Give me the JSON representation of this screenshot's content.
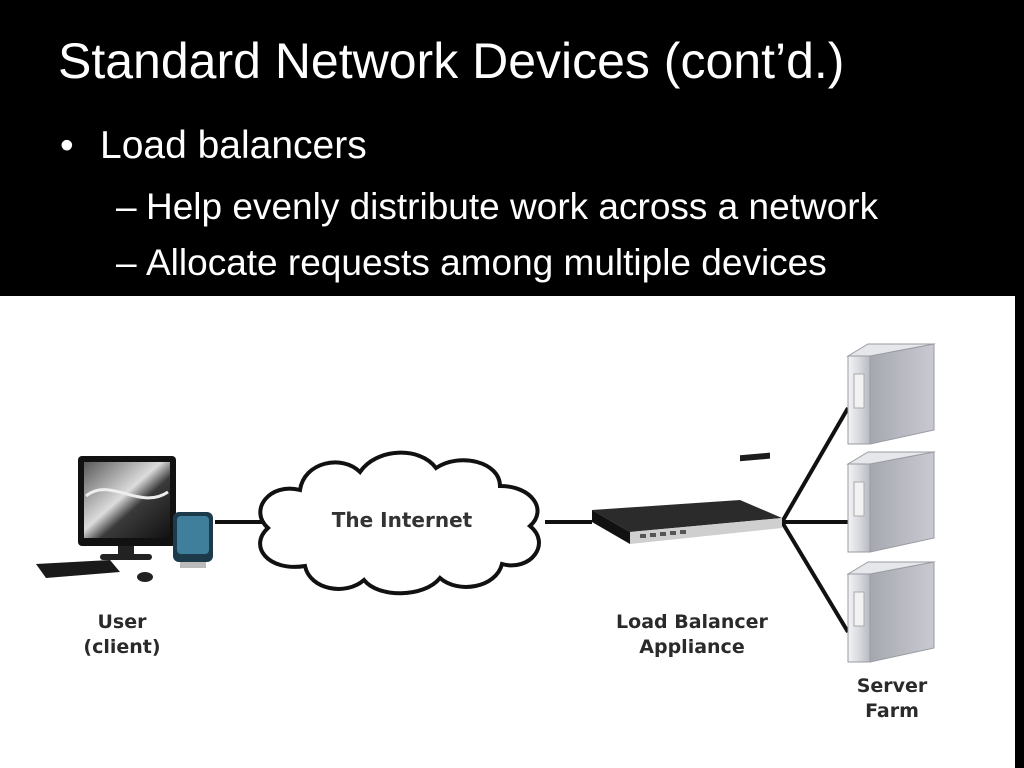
{
  "slide": {
    "title": "Standard Network Devices (cont’d.)",
    "bullets": [
      {
        "text": "Load balancers",
        "sub": [
          "Help evenly distribute work across a network",
          "Allocate requests among multiple devices"
        ]
      }
    ],
    "bullet_glyph": "•",
    "sub_glyph": "–"
  },
  "diagram": {
    "nodes": {
      "user": {
        "label_line1": "User",
        "label_line2": "(client)",
        "icon": "desktop-computer-icon"
      },
      "internet": {
        "label": "The Internet",
        "icon": "cloud-icon"
      },
      "load_balancer": {
        "label_line1": "Load Balancer",
        "label_line2": "Appliance",
        "icon": "rack-appliance-icon"
      },
      "server_farm": {
        "label_line1": "Server",
        "label_line2": "Farm",
        "icon": "tower-server-icon",
        "server_count": 3
      }
    },
    "edges": [
      [
        "user",
        "internet"
      ],
      [
        "internet",
        "load_balancer"
      ],
      [
        "load_balancer",
        "server_1"
      ],
      [
        "load_balancer",
        "server_2"
      ],
      [
        "load_balancer",
        "server_3"
      ]
    ]
  }
}
